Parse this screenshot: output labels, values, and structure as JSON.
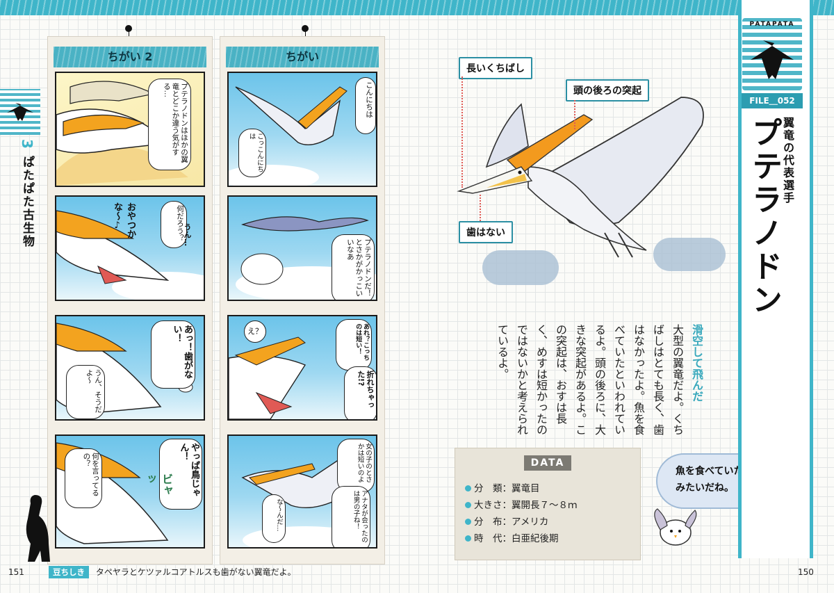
{
  "page_numbers": {
    "left": "151",
    "right": "150"
  },
  "chapter": {
    "number": "3",
    "title": "ぱたぱた古生物"
  },
  "comic": {
    "left_strip": {
      "title": "ちがい 2",
      "p1_bubble": "プテラノドンはほかの翼竜とどこか違う気がする…",
      "p2_fx": "おやつかな〜♪",
      "p2_bubble": "何だろう？",
      "p2_small": "うん…",
      "p3_bubble1": "あっ！歯がない！",
      "p3_bubble2": "うん、そうだよ〜",
      "p4_bubble1": "やっぱ鳥じゃん！",
      "p4_bubble2": "何を言ってるの？",
      "p4_fx": "ビャッ"
    },
    "right_strip": {
      "title": "ちがい",
      "p1_bubble": "こんにちは",
      "p1_small": "こっこんにちは",
      "p2_bubble": "プテラノドンだ！とさかがかっこいいなあ",
      "p3_bubble1": "え？",
      "p3_bubble2": "あれ？こっちのは短い！",
      "p3_bubble3": "折れちゃった!?",
      "p4_bubble1": "女の子のとさかは短いのよ",
      "p4_bubble2": "アナタが会ったのは男の子ね！",
      "p4_bubble3": "な〜んだ…"
    }
  },
  "labels": {
    "beak": "長いくちばし",
    "crest": "頭の後ろの突起",
    "teeth": "歯はない"
  },
  "header": {
    "brand": "PATAPATA",
    "file": "FILE＿052",
    "subtitle": "翼竜の代表選手",
    "title": "プテラノドン"
  },
  "body": {
    "heading": "滑空して飛んだ",
    "text": "大型の翼竜だよ。くちばしはとても長く、歯はなかったよ。魚を食べていたといわれているよ。頭の後ろに、大きな突起があるよ。この突起は、おすは長く、めすは短かったのではないかと考えられているよ。"
  },
  "data": {
    "label": "DATA",
    "rows": [
      {
        "key": "分　類",
        "value": "翼竜目"
      },
      {
        "key": "大きさ",
        "value": "翼開長７〜８ｍ"
      },
      {
        "key": "分　布",
        "value": "アメリカ"
      },
      {
        "key": "時　代",
        "value": "白亜紀後期"
      }
    ]
  },
  "speech": {
    "line1": "魚を食べていた",
    "line2": "みたいだね。"
  },
  "footnote": {
    "label": "豆ちしき",
    "text": "タペヤラとケツァルコアトルスも歯がない翼竜だよ。"
  },
  "colors": {
    "accent": "#3fb5c9",
    "sky": "#6cc4ea",
    "crest": "#f3a31f"
  }
}
